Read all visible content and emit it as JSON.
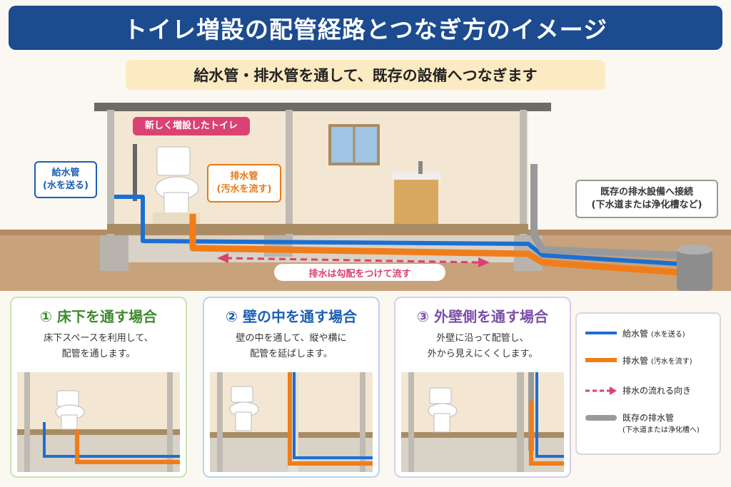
{
  "title": "トイレ増設の配管経路とつなぎ方のイメージ",
  "subtitle": "給水管・排水管を通して、既存の設備へつなぎます",
  "main": {
    "water_supply": {
      "line1": "給水管",
      "line2": "(水を送る)"
    },
    "new_toilet": "新しく増設したトイレ",
    "drain": {
      "line1": "排水管",
      "line2": "(汚水を流す)"
    },
    "existing_connection": {
      "line1": "既存の排水設備へ接続",
      "line2": "(下水道または浄化槽など)"
    },
    "flow_note": "排水は勾配をつけて流す"
  },
  "panels": [
    {
      "title": "① 床下を通す場合",
      "desc1": "床下スペースを利用して、",
      "desc2": "配管を通します。"
    },
    {
      "title": "② 壁の中を通す場合",
      "desc1": "壁の中を通して、縦や横に",
      "desc2": "配管を延ばします。"
    },
    {
      "title": "③ 外壁側を通す場合",
      "desc1": "外壁に沿って配管し、",
      "desc2": "外から見えにくくします。"
    }
  ],
  "legend": [
    {
      "label": "給水管",
      "sub": "(水を送る)",
      "color": "#1c6fd1"
    },
    {
      "label": "排水管",
      "sub": "(汚水を流す)",
      "color": "#f07d1a"
    },
    {
      "label": "排水の流れる向き",
      "sub": "",
      "color": "#d94273"
    },
    {
      "label": "既存の排水管",
      "sub": "(下水道または浄化槽へ)",
      "color": "#9a9a9a"
    }
  ]
}
